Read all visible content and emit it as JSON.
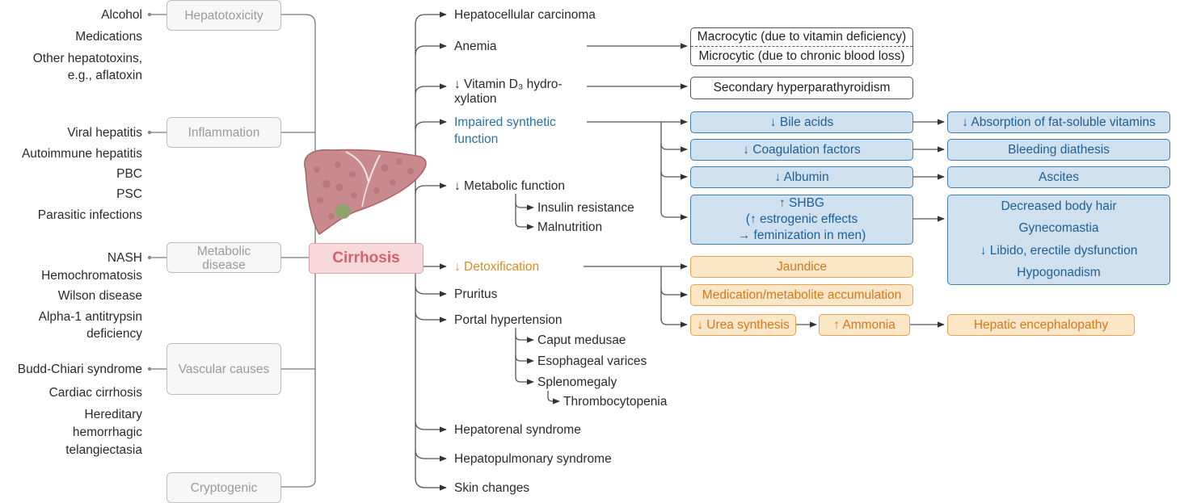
{
  "center": "Cirrhosis",
  "causes": [
    {
      "label": "Hepatotoxicity",
      "items": [
        "Alcohol",
        "Medications",
        "Other hepatotoxins,",
        "e.g., aflatoxin"
      ]
    },
    {
      "label": "Inflammation",
      "items": [
        "Viral hepatitis",
        "Autoimmune hepatitis",
        "PBC",
        "PSC",
        "Parasitic infections"
      ]
    },
    {
      "label_line1": "Metabolic",
      "label_line2": "disease",
      "items": [
        "NASH",
        "Hemochromatosis",
        "Wilson disease",
        "Alpha-1 antitrypsin",
        "deficiency"
      ]
    },
    {
      "label": "Vascular causes",
      "items": [
        "Budd-Chiari syndrome",
        "Cardiac cirrhosis",
        "Hereditary",
        "hemorrhagic",
        "telangiectasia"
      ]
    },
    {
      "label": "Cryptogenic"
    }
  ],
  "complications": {
    "hcc": "Hepatocellular carcinoma",
    "anemia": "Anemia",
    "vitd_line1": "↓ Vitamin D₃ hydro-",
    "vitd_line2": "xylation",
    "synth_line1": "Impaired synthetic",
    "synth_line2": "function",
    "metabolic": "↓ Metabolic function",
    "insulin": "Insulin resistance",
    "malnutrition": "Malnutrition",
    "detox": "↓ Detoxification",
    "pruritus": "Pruritus",
    "portal": "Portal hypertension",
    "caput": "Caput medusae",
    "varices": "Esophageal varices",
    "spleno": "Splenomegaly",
    "thrombo": "Thrombocytopenia",
    "hepatorenal": "Hepatorenal syndrome",
    "hepatopulm": "Hepatopulmonary syndrome",
    "skin": "Skin changes"
  },
  "outcomes": {
    "macro": "Macrocytic (due to vitamin deficiency)",
    "micro": "Microcytic (due to chronic blood loss)",
    "hyperpara": "Secondary hyperparathyroidism",
    "bile": "↓ Bile acids",
    "fatsol": "↓ Absorption of fat-soluble vitamins",
    "coag": "↓ Coagulation factors",
    "bleeding": "Bleeding diathesis",
    "albumin": "↓ Albumin",
    "ascites": "Ascites",
    "shbg_line1": "↑ SHBG",
    "shbg_line2": "(↑ estrogenic effects",
    "shbg_line3": "→ feminization in men)",
    "fem": [
      "Decreased body hair",
      "Gynecomastia",
      "↓ Libido, erectile dysfunction",
      "Hypogonadism"
    ],
    "jaundice": "Jaundice",
    "medacc": "Medication/metabolite accumulation",
    "urea": "↓ Urea synthesis",
    "ammonia": "↑ Ammonia",
    "enceph": "Hepatic encephalopathy"
  },
  "colors": {
    "synthetic": "#2a70a8",
    "detox": "#dc8a1e",
    "cirrhosis": "#d2626d",
    "cause_gray": "#9a9a9a"
  }
}
